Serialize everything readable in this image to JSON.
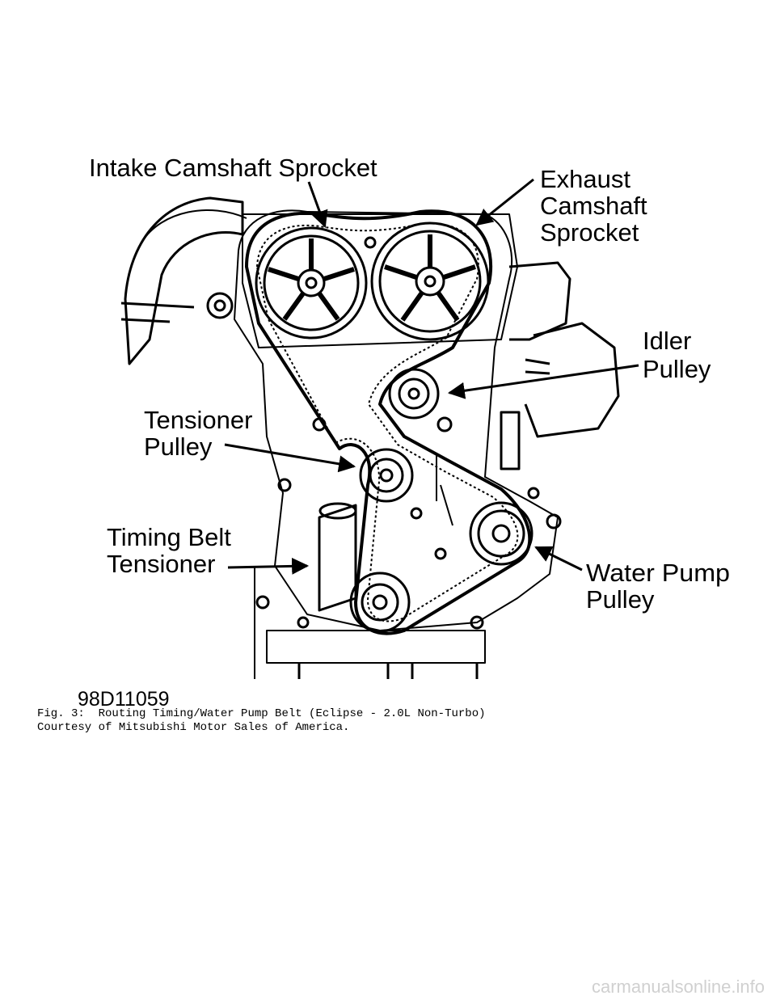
{
  "figure": {
    "labels": {
      "intake": "Intake Camshaft Sprocket",
      "exhaust_l1": "Exhaust",
      "exhaust_l2": "Camshaft",
      "exhaust_l3": "Sprocket",
      "idler_l1": "Idler",
      "idler_l2": "Pulley",
      "tensioner_l1": "Tensioner",
      "tensioner_l2": "Pulley",
      "belt_tensioner_l1": "Timing Belt",
      "belt_tensioner_l2": "Tensioner",
      "water_l1": "Water Pump",
      "water_l2": "Pulley"
    },
    "code": "98D11059"
  },
  "caption": {
    "line1": "Fig. 3:  Routing Timing/Water Pump Belt (Eclipse - 2.0L Non-Turbo)",
    "line2": "Courtesy of Mitsubishi Motor Sales of America."
  },
  "watermark": "carmanualsonline.info"
}
